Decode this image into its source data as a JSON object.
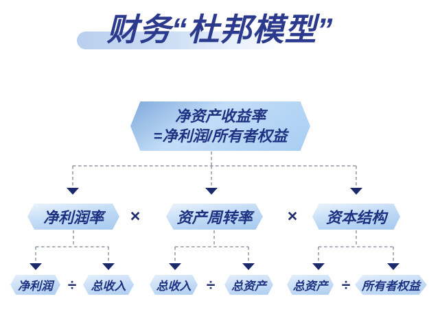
{
  "title": {
    "text": "财务“杜邦模型”"
  },
  "formula_box": {
    "line1": "净资产收益率",
    "line2": "=净利润/所有者权益"
  },
  "operators": {
    "multiply": "×",
    "divide": "÷"
  },
  "factors": [
    {
      "label": "净利润率"
    },
    {
      "label": "资产周转率"
    },
    {
      "label": "资本结构"
    }
  ],
  "breakdowns": [
    {
      "numerator": "净利润",
      "denominator": "总收入"
    },
    {
      "numerator": "总收入",
      "denominator": "总资产"
    },
    {
      "numerator": "总资产",
      "denominator": "所有者权益"
    }
  ],
  "colors": {
    "title_text": "#2b3a8d",
    "box_text": "#1c3180",
    "badge_fill_top": "#ecf4fc",
    "badge_fill_bottom": "#a5c9ef",
    "root_badge_dark": "#7fa9db",
    "root_badge_light": "#c2ddf8",
    "title_highlight": "#b9cfee",
    "dashed_line": "#8d96a8",
    "arrowhead": "#1c2a6b",
    "background": "#ffffff"
  }
}
